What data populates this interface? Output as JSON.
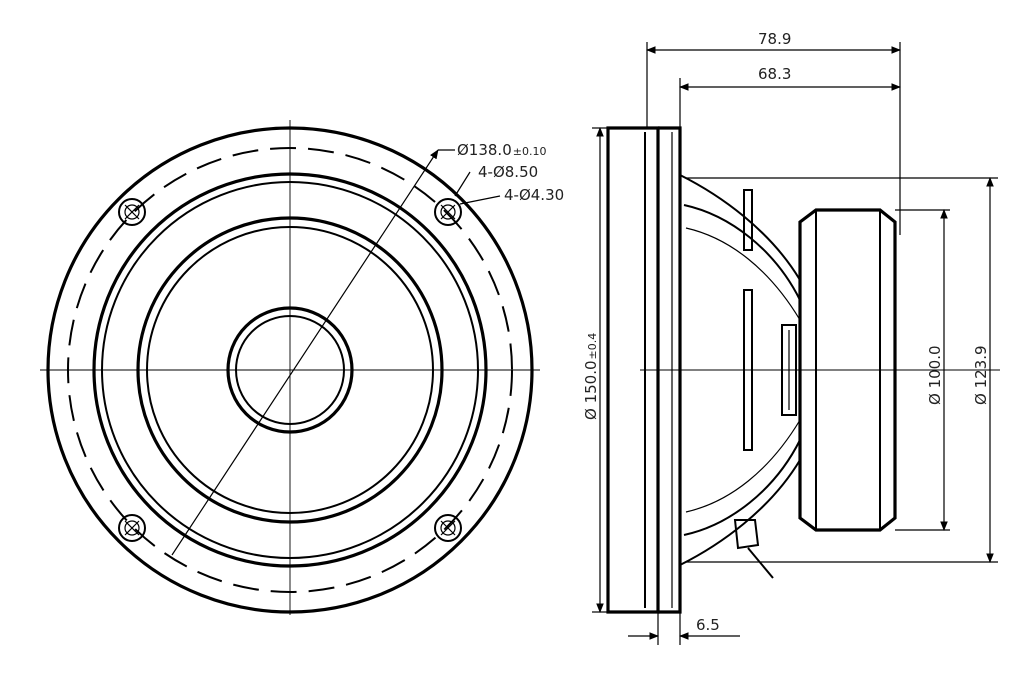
{
  "labels": {
    "dia_outer": "Ø138.0",
    "dia_outer_tol": "±0.10",
    "holes_outer": "4-Ø8.50",
    "holes_inner": "4-Ø4.30",
    "depth_total": "78.9",
    "depth_body": "68.3",
    "flange": "6.5",
    "dia_150": "Ø 150.0",
    "dia_150_tol": "±0.4",
    "dia_100": "Ø 100.0",
    "dia_123": "Ø 123.9"
  }
}
